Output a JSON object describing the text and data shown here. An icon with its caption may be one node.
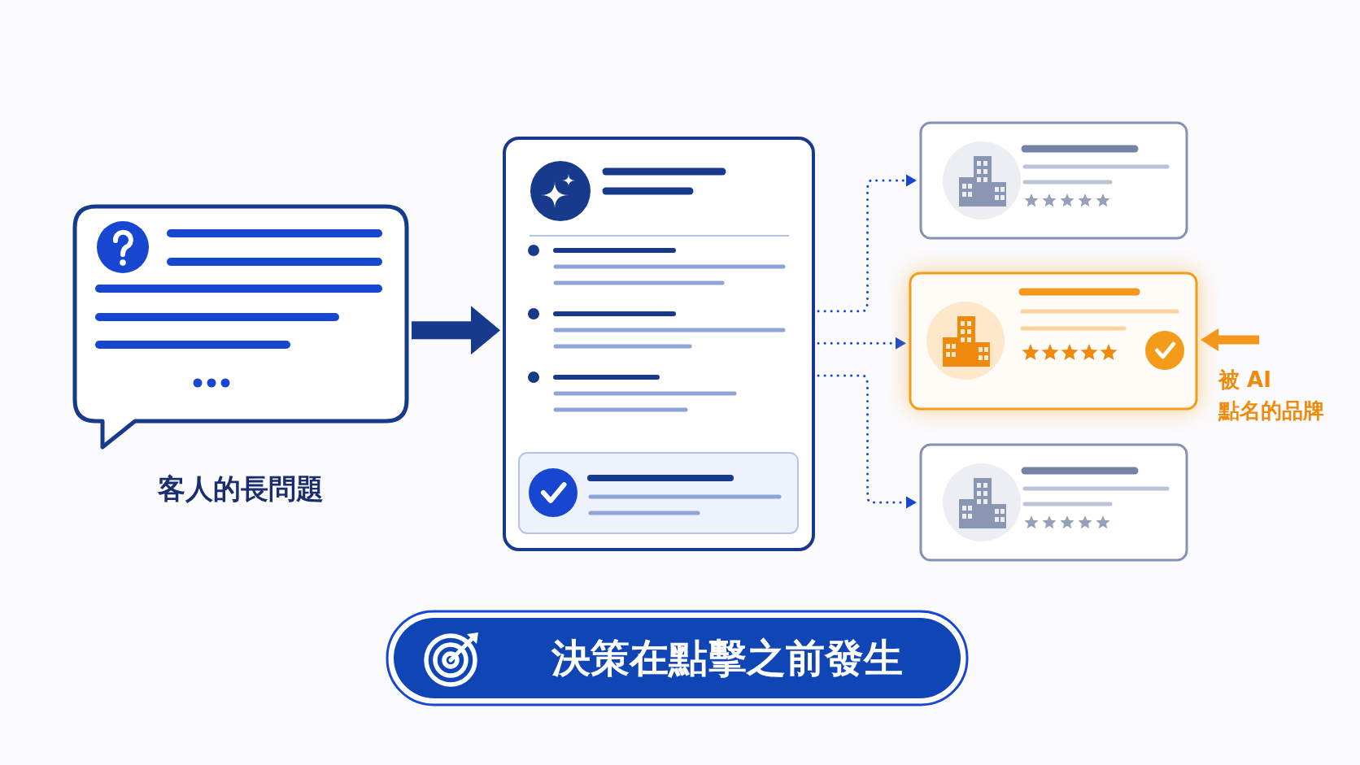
{
  "diagram": {
    "nodes": [
      {
        "text": [],
        "shape": "bubble",
        "beside": [
          "客人的長問題"
        ]
      },
      {
        "text": [],
        "shape": "box"
      },
      {
        "text": [],
        "shape": "box"
      },
      {
        "text": [],
        "shape": "box"
      },
      {
        "text": [],
        "shape": "box"
      },
      {
        "text": [
          "被 AI 點名的品牌"
        ]
      },
      {
        "text": [
          "決策在點擊之前發生"
        ]
      }
    ],
    "edges": [
      {
        "from": 0,
        "to": 1,
        "arrow": "to",
        "style": "thick",
        "color": "#173a8c"
      },
      {
        "from": 1,
        "to": 2,
        "arrow": "to",
        "style": "dashed"
      },
      {
        "from": 1,
        "to": 3,
        "arrow": "to",
        "style": "dashed"
      },
      {
        "from": 1,
        "to": 4,
        "arrow": "to",
        "style": "dashed"
      },
      {
        "from": 5,
        "to": 3,
        "arrow": "to",
        "style": "thick",
        "color": "#f5961d"
      }
    ]
  }
}
